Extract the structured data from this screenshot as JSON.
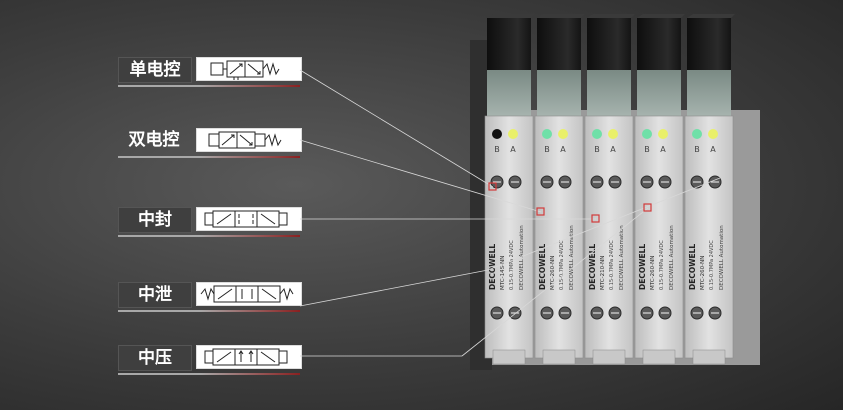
{
  "labels": [
    {
      "text": "单电控",
      "key": "single"
    },
    {
      "text": "双电控",
      "key": "double"
    },
    {
      "text": "中封",
      "key": "closed"
    },
    {
      "text": "中泄",
      "key": "exhaust"
    },
    {
      "text": "中压",
      "key": "pressure"
    }
  ],
  "module": {
    "brand": "DECOWELL",
    "subtitle": "DECOWELL Automation",
    "models": [
      "MTC-14S-NN",
      "MTC-260-NN",
      "MTC-210-NN",
      "MTC-260-NN",
      "MTC-260-NN"
    ],
    "spec_line1": "0.15-0.7MPa",
    "spec_line2": "24VDC",
    "port_labels": [
      "B",
      "A"
    ]
  },
  "colors": {
    "background": "#3c3c3c",
    "module_body": "#d6d6d6",
    "coil": "#1c1c1c",
    "led_green": "#6fe0a8",
    "led_yellow": "#e9f06a",
    "leader_line": "#e0e0e0",
    "pointer_box": "#d23a3a"
  }
}
